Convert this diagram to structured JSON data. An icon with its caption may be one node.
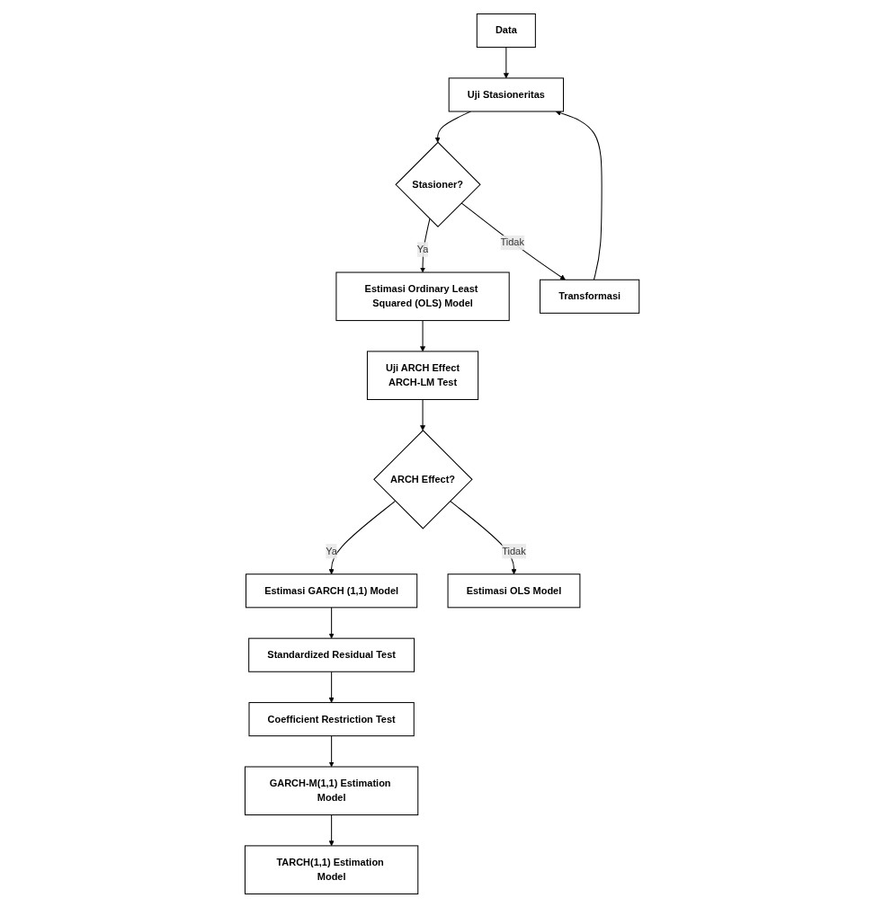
{
  "diagram": {
    "nodes": [
      {
        "text": [
          "Uji Stasioneritas"
        ]
      },
      {
        "text": [
          "Data"
        ]
      },
      {
        "text": [
          "Stasioner?"
        ]
      },
      {
        "text": [
          "Estimasi Ordinary Least Squared (OLS) Model"
        ]
      },
      {
        "text": [
          "Transformasi"
        ]
      },
      {
        "text": [
          "Uji ARCH Effect",
          "ARCH-LM Test"
        ]
      },
      {
        "text": [
          "ARCH Effect?"
        ]
      },
      {
        "text": [
          "Estimasi GARCH (1,1) Model"
        ]
      },
      {
        "text": [
          "Estimasi OLS Model"
        ]
      },
      {
        "text": [
          "Standardized Residual Test"
        ]
      },
      {
        "text": [
          "Coefficient Restriction Test"
        ]
      },
      {
        "text": [
          "GARCH-M(1,1) Estimation Model"
        ]
      },
      {
        "text": [
          "TARCH(1,1) Estimation Model"
        ]
      }
    ],
    "edges": [
      {
        "from": 1,
        "to": 0,
        "arrow": "to"
      },
      {
        "from": 0,
        "to": 2,
        "arrow": "to"
      },
      {
        "from": 2,
        "to": 3,
        "arrow": "to",
        "label": "Ya"
      },
      {
        "from": 2,
        "to": 4,
        "arrow": "to",
        "label": "Tidak"
      },
      {
        "from": 4,
        "to": 0,
        "arrow": "to"
      },
      {
        "from": 3,
        "to": 5,
        "arrow": "to"
      },
      {
        "from": 5,
        "to": 6,
        "arrow": "to"
      },
      {
        "from": 6,
        "to": 7,
        "arrow": "to",
        "label": "Ya"
      },
      {
        "from": 6,
        "to": 8,
        "arrow": "to",
        "label": "Tidak"
      },
      {
        "from": 7,
        "to": 9,
        "arrow": "to"
      },
      {
        "from": 9,
        "to": 10,
        "arrow": "to"
      },
      {
        "from": 10,
        "to": 11,
        "arrow": "to"
      },
      {
        "from": 11,
        "to": 12,
        "arrow": "to"
      }
    ]
  }
}
